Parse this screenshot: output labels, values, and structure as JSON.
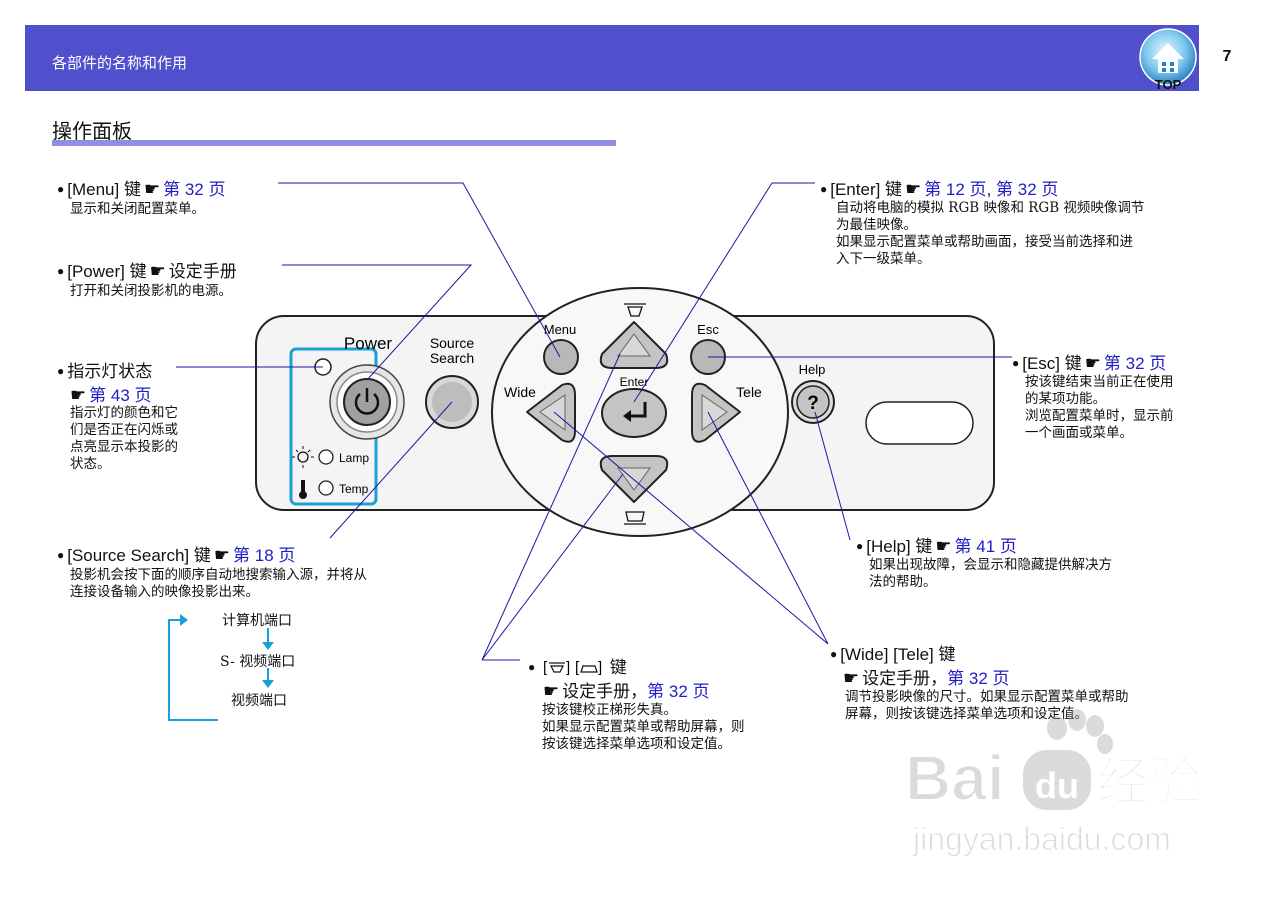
{
  "header": {
    "title": "各部件的名称和作用",
    "page_number": "7",
    "top_badge": "TOP"
  },
  "section_title": "操作面板",
  "panel": {
    "power": "Power",
    "source_search": [
      "Source",
      "Search"
    ],
    "menu": "Menu",
    "esc": "Esc",
    "wide": "Wide",
    "tele": "Tele",
    "enter": "Enter",
    "help": "Help",
    "lamp": "Lamp",
    "temp": "Temp"
  },
  "items": {
    "menu": {
      "key": "[Menu] 键",
      "ref": "第 32 页",
      "desc": [
        "显示和关闭配置菜单。"
      ]
    },
    "power": {
      "key": "[Power] 键",
      "ref": "设定手册",
      "desc": [
        "打开和关闭投影机的电源。"
      ]
    },
    "indicator": {
      "key": "指示灯状态",
      "ref": "第 43 页",
      "desc": [
        "指示灯的颜色和它",
        "们是否正在闪烁或",
        "点亮显示本投影的",
        "状态。"
      ]
    },
    "source": {
      "key": "[Source Search] 键",
      "ref": "第 18 页",
      "desc": [
        "投影机会按下面的顺序自动地搜索输入源，并将从",
        "连接设备输入的映像投影出来。"
      ],
      "flow": [
        "计算机端口",
        "S- 视频端口",
        "视频端口"
      ]
    },
    "enter": {
      "key": "[Enter] 键",
      "ref": "第 12 页",
      "ref_sep": ",",
      "ref2": "第 32 页",
      "desc": [
        "自动将电脑的模拟 RGB 映像和 RGB 视频映像调节",
        "为最佳映像。",
        "如果显示配置菜单或帮助画面，接受当前选择和进",
        "入下一级菜单。"
      ]
    },
    "esc": {
      "key": "[Esc] 键",
      "ref": "第 32 页",
      "desc": [
        "按该键结束当前正在使用",
        "的某项功能。",
        "浏览配置菜单时，显示前",
        "一个画面或菜单。"
      ]
    },
    "help": {
      "key": "[Help] 键",
      "ref": "第 41 页",
      "desc": [
        "如果出现故障，会显示和隐藏提供解决方",
        "法的帮助。"
      ]
    },
    "wide_tele": {
      "key": "[Wide] [Tele] 键",
      "ref_manual": "设定手册，",
      "ref": "第 32 页",
      "desc": [
        "调节投影映像的尺寸。如果显示配置菜单或帮助",
        "屏幕，则按该键选择菜单选项和设定值。"
      ]
    },
    "keystone": {
      "key": "键",
      "ref_manual": "设定手册，",
      "ref": "第 32 页",
      "desc": [
        "按该键校正梯形失真。",
        "如果显示配置菜单或帮助屏幕，则",
        "按该键选择菜单选项和设定值。"
      ]
    }
  },
  "colors": {
    "header_bg": "#5050cc",
    "rule": "#8e8ee6",
    "link": "#2020c8",
    "leader": "#1a1aa0",
    "indicator_box": "#1aa0d8"
  },
  "watermark": {
    "brand": "Bai",
    "du": "du",
    "cn": "经验",
    "url": "jingyan.baidu.com"
  }
}
